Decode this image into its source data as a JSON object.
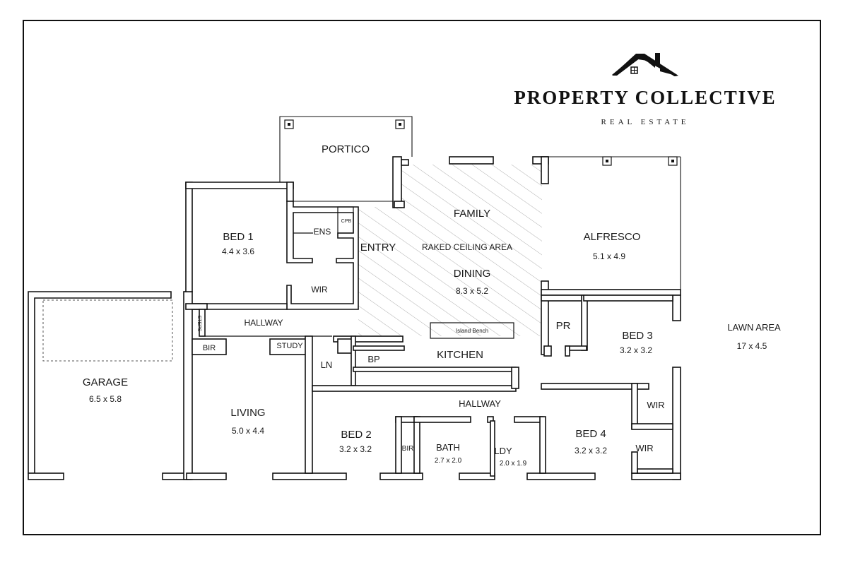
{
  "brand": {
    "name": "PROPERTY COLLECTIVE",
    "tagline": "REAL ESTATE",
    "logo_icon": "house-roof-icon"
  },
  "rooms": {
    "portico": {
      "name": "PORTICO"
    },
    "bed1": {
      "name": "BED 1",
      "size": "4.4 x 3.6"
    },
    "ens": {
      "name": "ENS"
    },
    "cpb": {
      "name": "CPB"
    },
    "wir1": {
      "name": "WIR"
    },
    "entry": {
      "name": "ENTRY"
    },
    "family": {
      "name": "FAMILY"
    },
    "raked": {
      "name": "RAKED CEILING AREA"
    },
    "dining": {
      "name": "DINING",
      "size": "8.3 x 5.2"
    },
    "alfresco": {
      "name": "ALFRESCO",
      "size": "5.1 x 4.9"
    },
    "hallway1": {
      "name": "HALLWAY"
    },
    "steps": {
      "name": "STEPS"
    },
    "bir1": {
      "name": "BIR"
    },
    "study": {
      "name": "STUDY"
    },
    "island": {
      "name": "Island Bench"
    },
    "pr": {
      "name": "PR"
    },
    "bed3": {
      "name": "BED 3",
      "size": "3.2 x 3.2"
    },
    "lawn": {
      "name": "LAWN AREA",
      "size": "17 x 4.5"
    },
    "ln": {
      "name": "LN"
    },
    "bp": {
      "name": "BP"
    },
    "kitchen": {
      "name": "KITCHEN"
    },
    "garage": {
      "name": "GARAGE",
      "size": "6.5 x 5.8"
    },
    "living": {
      "name": "LIVING",
      "size": "5.0 x 4.4"
    },
    "hallway2": {
      "name": "HALLWAY"
    },
    "wir3": {
      "name": "WIR"
    },
    "bed2": {
      "name": "BED 2",
      "size": "3.2 x 3.2"
    },
    "bir2": {
      "name": "BIR"
    },
    "bath": {
      "name": "BATH",
      "size": "2.7 x 2.0"
    },
    "ldy": {
      "name": "LDY",
      "size": "2.0 x 1.9"
    },
    "bed4": {
      "name": "BED 4",
      "size": "3.2 x 3.2"
    },
    "wir4": {
      "name": "WIR"
    }
  }
}
